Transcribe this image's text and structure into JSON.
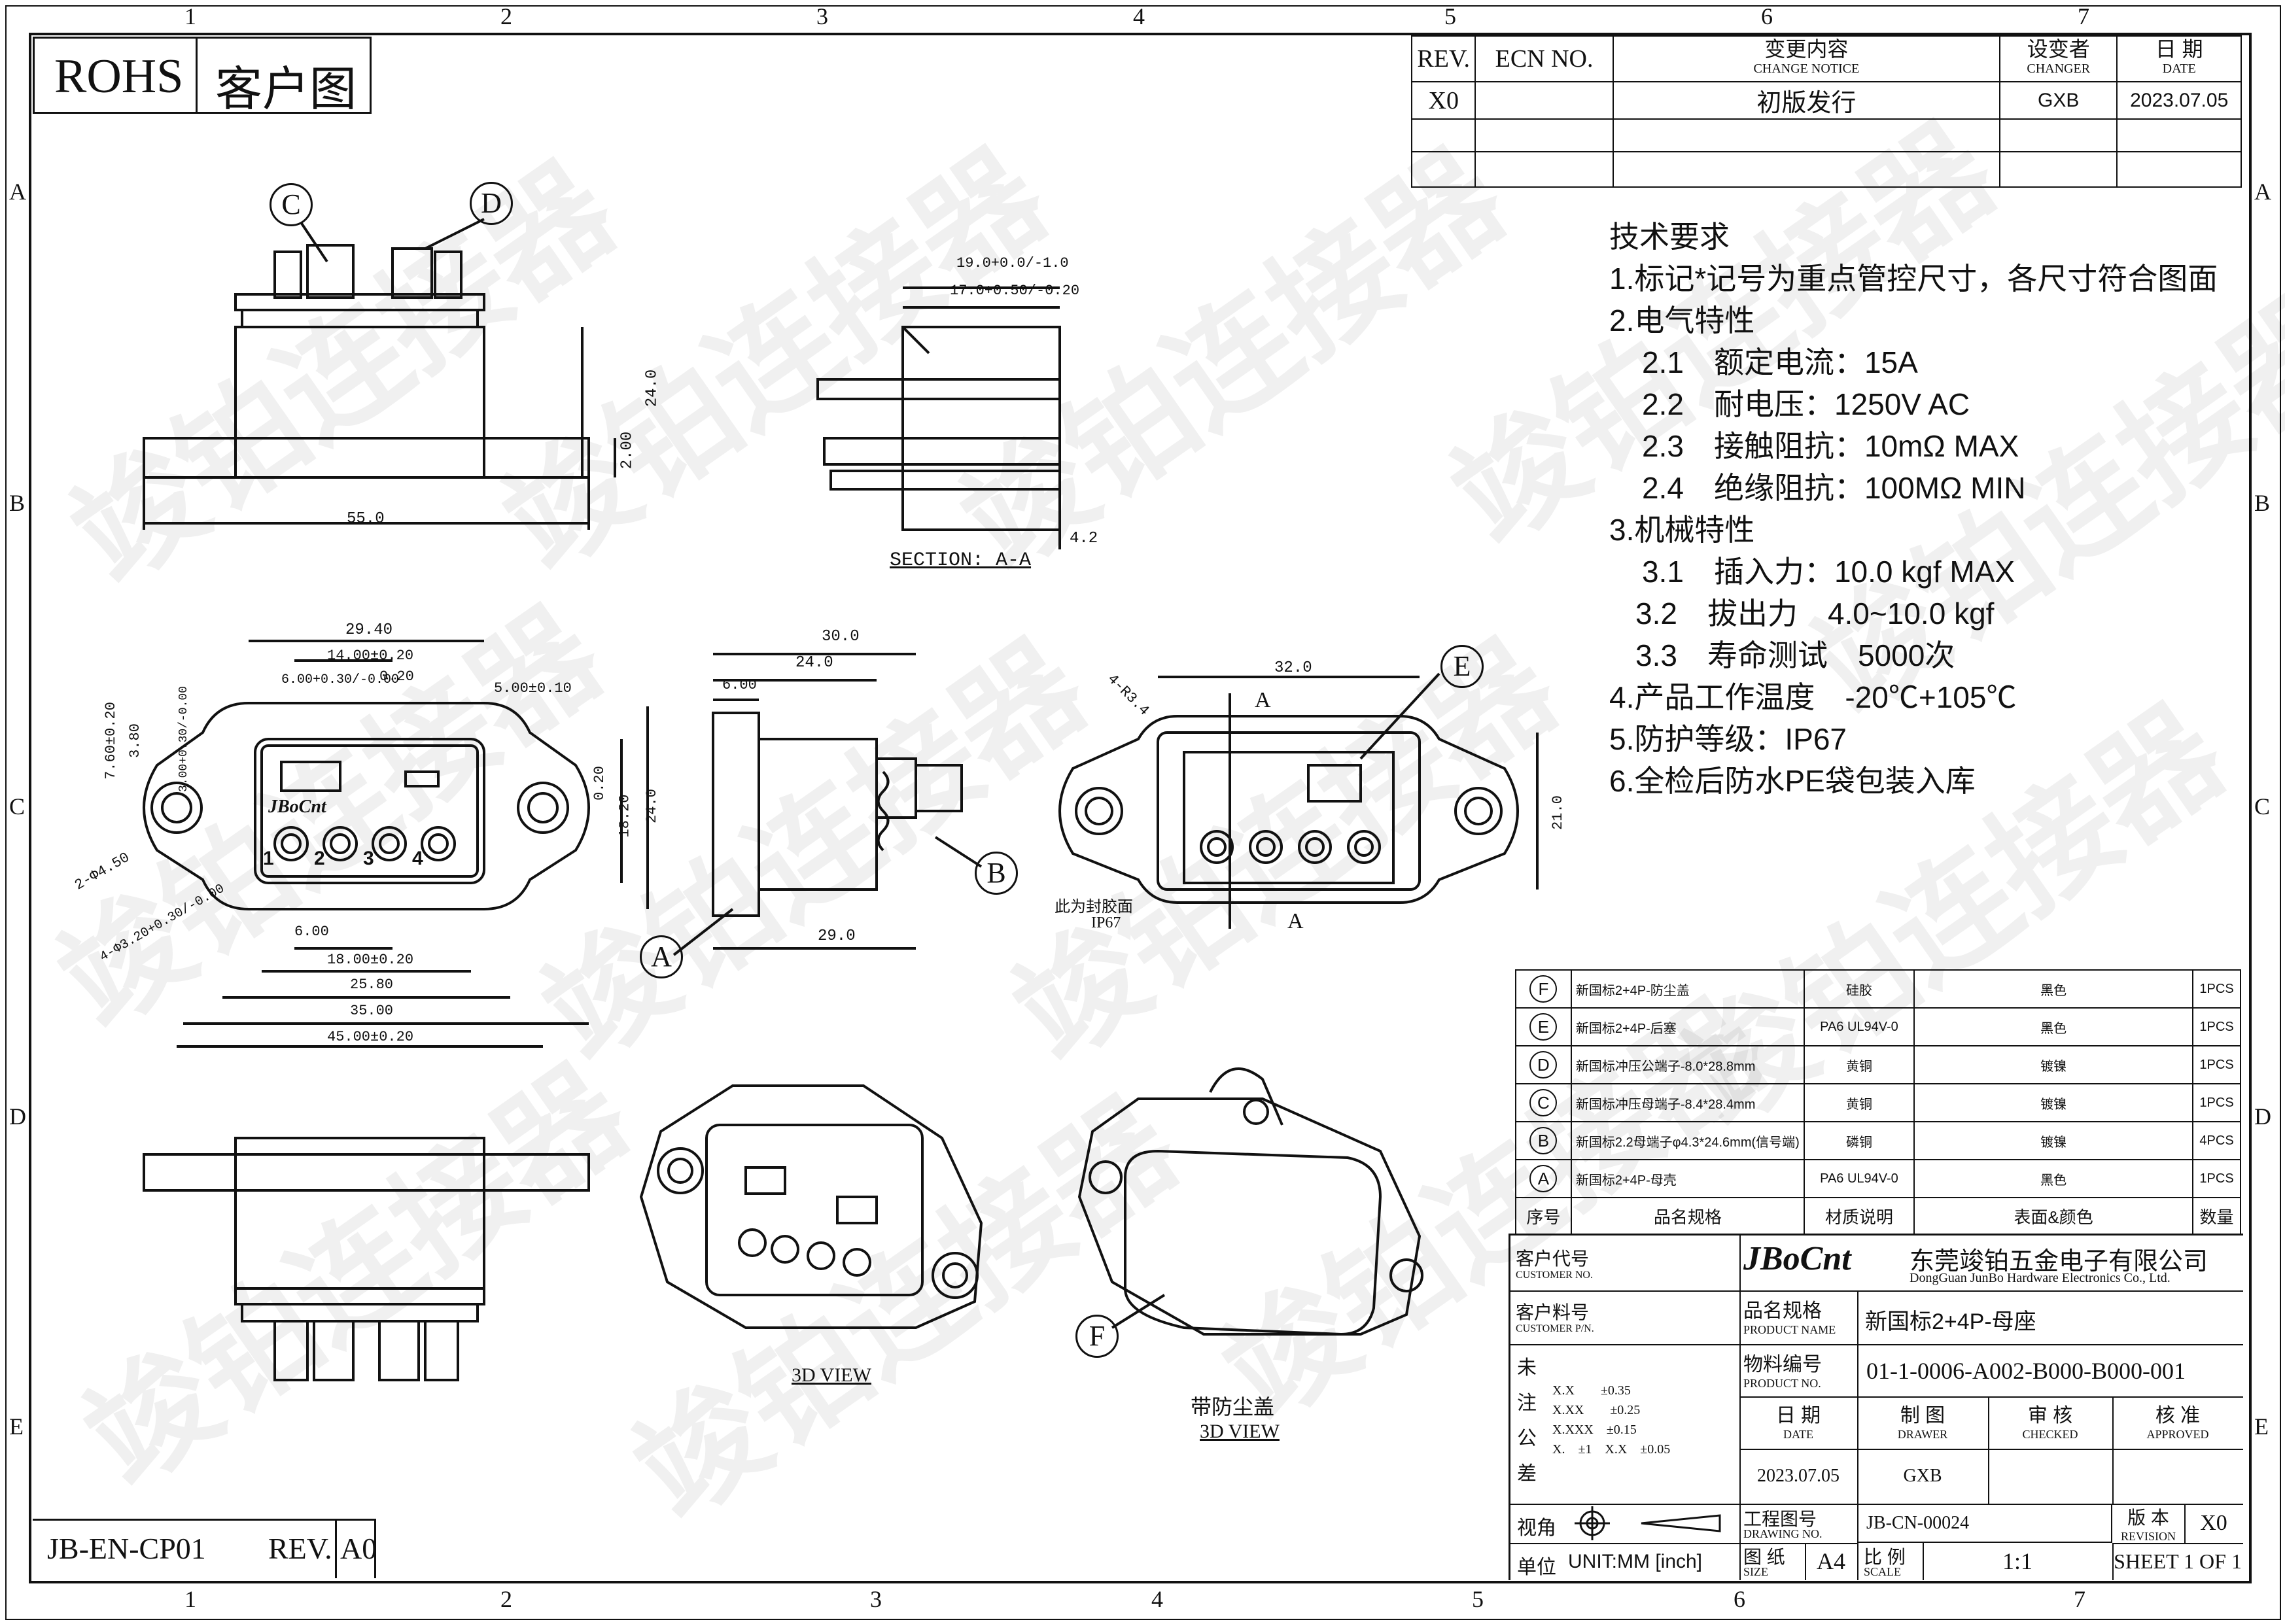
{
  "title_block_left": {
    "rohs": "ROHS",
    "customer_drawing": "客户图"
  },
  "zones": {
    "top": [
      "1",
      "2",
      "3",
      "4",
      "5",
      "6",
      "7"
    ],
    "side": [
      "A",
      "B",
      "C",
      "D",
      "E"
    ]
  },
  "revision_table": {
    "headers": {
      "rev": "REV.",
      "ecn": "ECN NO.",
      "change_cn": "变更内容",
      "change_en": "CHANGE NOTICE",
      "changer_cn": "设变者",
      "changer_en": "CHANGER",
      "date_cn": "日 期",
      "date_en": "DATE"
    },
    "rows": [
      {
        "rev": "X0",
        "ecn": "",
        "change": "初版发行",
        "changer": "GXB",
        "date": "2023.07.05"
      }
    ]
  },
  "tech_requirements": {
    "heading": "技术要求",
    "lines": [
      "1.标记*记号为重点管控尺寸，各尺寸符合图面",
      "2.电气特性",
      "2.1　额定电流：15A",
      "2.2　耐电压：1250V AC",
      "2.3　接触阻抗：10mΩ MAX",
      "2.4　绝缘阻抗：100MΩ MIN",
      "3.机械特性",
      "3.1　插入力：10.0 kgf MAX",
      "3.2　拔出力　4.0~10.0 kgf",
      "3.3　寿命测试　5000次",
      "4.产品工作温度　-20℃+105℃",
      "5.防护等级：IP67",
      "6.全检后防水PE袋包装入库"
    ]
  },
  "dimensions": {
    "front_top": [
      "55.0",
      "24.0",
      "2.00"
    ],
    "section": [
      "19.0+0.0/-1.0",
      "17.0+0.50/-0.20",
      "4.2",
      "SECTION: A-A"
    ],
    "front": [
      "29.40",
      "14.00±0.20",
      "6.00+0.30/-0.00",
      "0.20",
      "5.00±0.10",
      "7.60±0.20",
      "3.80",
      "3.00+0.30/-0.00",
      "0.20",
      "18.20",
      "24.0",
      "2-Φ4.50",
      "4-Φ3.20+0.30/-0.00",
      "6.00",
      "18.00±0.20",
      "25.80",
      "35.00",
      "45.00±0.20"
    ],
    "side": [
      "30.0",
      "24.0",
      "6.00",
      "29.0"
    ],
    "back": [
      "32.0",
      "4-R3.4",
      "21.0",
      "A",
      "A",
      "此为封胶面",
      "IP67"
    ],
    "views": [
      "3D VIEW",
      "带防尘盖",
      "3D VIEW"
    ]
  },
  "callouts": [
    "A",
    "B",
    "C",
    "D",
    "E",
    "F"
  ],
  "pin_labels": [
    "1",
    "2",
    "3",
    "4"
  ],
  "brand": "JBoCnt",
  "bom": {
    "rows": [
      {
        "id": "F",
        "name": "新国标2+4P-防尘盖",
        "material": "硅胶",
        "finish": "黑色",
        "qty": "1PCS"
      },
      {
        "id": "E",
        "name": "新国标2+4P-后塞",
        "material": "PA6 UL94V-0",
        "finish": "黑色",
        "qty": "1PCS"
      },
      {
        "id": "D",
        "name": "新国标冲压公端子-8.0*28.8mm",
        "material": "黄铜",
        "finish": "镀镍",
        "qty": "1PCS"
      },
      {
        "id": "C",
        "name": "新国标冲压母端子-8.4*28.4mm",
        "material": "黄铜",
        "finish": "镀镍",
        "qty": "1PCS"
      },
      {
        "id": "B",
        "name": "新国标2.2母端子φ4.3*24.6mm(信号端)",
        "material": "磷铜",
        "finish": "镀镍",
        "qty": "4PCS"
      },
      {
        "id": "A",
        "name": "新国标2+4P-母壳",
        "material": "PA6 UL94V-0",
        "finish": "黑色",
        "qty": "1PCS"
      }
    ],
    "headers": {
      "no": "序号",
      "name": "品名规格",
      "material": "材质说明",
      "finish": "表面&颜色",
      "qty": "数量"
    }
  },
  "title_block": {
    "customer_code_cn": "客户代号",
    "customer_code_en": "CUSTOMER NO.",
    "customer_pn_cn": "客户料号",
    "customer_pn_en": "CUSTOMER P/N.",
    "company_cn": "东莞竣铂五金电子有限公司",
    "company_en": "DongGuan JunBo Hardware Electronics Co., Ltd.",
    "product_name_cn": "品名规格",
    "product_name_en": "PRODUCT NAME",
    "product_name": "新国标2+4P-母座",
    "product_no_cn": "物料编号",
    "product_no_en": "PRODUCT NO.",
    "product_no": "01-1-0006-A002-B000-B000-001",
    "tolerance_label": [
      "未",
      "注",
      "公",
      "差"
    ],
    "tolerances": [
      "X.X　　±0.35",
      "X.XX　　±0.25",
      "X.XXX　±0.15",
      "X.　±1　X.X　±0.05"
    ],
    "date_cn": "日 期",
    "date_en": "DATE",
    "date": "2023.07.05",
    "drawer_cn": "制 图",
    "drawer_en": "DRAWER",
    "drawer": "GXB",
    "checked_cn": "审 核",
    "checked_en": "CHECKED",
    "approved_cn": "核 准",
    "approved_en": "APPROVED",
    "view_cn": "视角",
    "unit_cn": "单位",
    "unit": "UNIT:MM [inch]",
    "drawing_no_cn": "工程图号",
    "drawing_no_en": "DRAWING NO.",
    "drawing_no": "JB-CN-00024",
    "revision_cn": "版 本",
    "revision_en": "REVISION",
    "revision": "X0",
    "size_cn": "图 纸",
    "size_en": "SIZE",
    "size": "A4",
    "scale_cn": "比 例",
    "scale_en": "SCALE",
    "scale": "1:1",
    "sheet": "SHEET 1 OF 1"
  },
  "footer": {
    "form_no": "JB-EN-CP01",
    "rev_label": "REV.",
    "rev": "A0"
  },
  "watermark": "竣铂连接器"
}
